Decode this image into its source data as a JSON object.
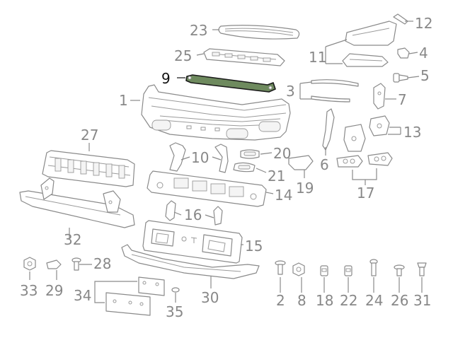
{
  "diagram": {
    "highlight_color": "#6e8a5e",
    "line_color": "#8a8a8a",
    "label_color": "#888888",
    "highlight_label_color": "#111111",
    "callouts": [
      {
        "id": "c1",
        "label": "1"
      },
      {
        "id": "c2",
        "label": "2"
      },
      {
        "id": "c3",
        "label": "3"
      },
      {
        "id": "c4",
        "label": "4"
      },
      {
        "id": "c5",
        "label": "5"
      },
      {
        "id": "c6",
        "label": "6"
      },
      {
        "id": "c7",
        "label": "7"
      },
      {
        "id": "c8",
        "label": "8"
      },
      {
        "id": "c9",
        "label": "9",
        "highlighted": true
      },
      {
        "id": "c10",
        "label": "10"
      },
      {
        "id": "c11",
        "label": "11"
      },
      {
        "id": "c12",
        "label": "12"
      },
      {
        "id": "c13",
        "label": "13"
      },
      {
        "id": "c14",
        "label": "14"
      },
      {
        "id": "c15",
        "label": "15"
      },
      {
        "id": "c16",
        "label": "16"
      },
      {
        "id": "c17",
        "label": "17"
      },
      {
        "id": "c18",
        "label": "18"
      },
      {
        "id": "c19",
        "label": "19"
      },
      {
        "id": "c20",
        "label": "20"
      },
      {
        "id": "c21",
        "label": "21"
      },
      {
        "id": "c22",
        "label": "22"
      },
      {
        "id": "c23",
        "label": "23"
      },
      {
        "id": "c24",
        "label": "24"
      },
      {
        "id": "c25",
        "label": "25"
      },
      {
        "id": "c26",
        "label": "26"
      },
      {
        "id": "c27",
        "label": "27"
      },
      {
        "id": "c28",
        "label": "28"
      },
      {
        "id": "c29",
        "label": "29"
      },
      {
        "id": "c30",
        "label": "30"
      },
      {
        "id": "c31",
        "label": "31"
      },
      {
        "id": "c32",
        "label": "32"
      },
      {
        "id": "c33",
        "label": "33"
      },
      {
        "id": "c34",
        "label": "34"
      },
      {
        "id": "c35",
        "label": "35"
      }
    ]
  }
}
